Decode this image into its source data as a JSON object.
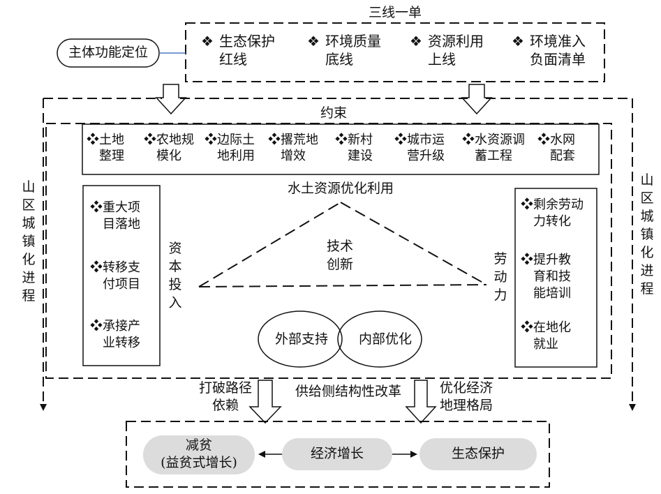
{
  "top": {
    "title": "三线一单",
    "zoning_label": "主体功能定位",
    "redlines": [
      {
        "line1": "生态保护",
        "line2": "红线"
      },
      {
        "line1": "环境质量",
        "line2": "底线"
      },
      {
        "line1": "资源利用",
        "line2": "上线"
      },
      {
        "line1": "环境准入",
        "line2": "负面清单"
      }
    ],
    "bullet": "❖"
  },
  "main": {
    "constraint_label": "约束",
    "side_label_left": "山区城镇化进程",
    "side_label_right": "山区城镇化进程",
    "measures": [
      {
        "line1": "土地",
        "line2": "整理"
      },
      {
        "line1": "农地规",
        "line2": "模化"
      },
      {
        "line1": "边际土",
        "line2": "地利用"
      },
      {
        "line1": "撂荒地",
        "line2": "增效"
      },
      {
        "line1": "新村",
        "line2": "建设"
      },
      {
        "line1": "城市运",
        "line2": "营升级"
      },
      {
        "line1": "水资源调",
        "line2": "蓄工程"
      },
      {
        "line1": "水网",
        "line2": "配套"
      }
    ],
    "water_soil_label": "水土资源优化利用",
    "capital_items": [
      {
        "line1": "重大项",
        "line2": "目落地"
      },
      {
        "line1": "转移支",
        "line2": "付项目"
      },
      {
        "line1": "承接产",
        "line2": "业转移"
      }
    ],
    "capital_label": "资本投入",
    "tech_label": "技术创新",
    "labor_label": "劳动力",
    "labor_items": [
      {
        "line1": "剩余劳动",
        "line2": "力转化"
      },
      {
        "line1": "提升教",
        "line2": "育和技",
        "line3": "能培训"
      },
      {
        "line1": "在地化",
        "line2": "就业"
      }
    ],
    "external_label": "外部支持",
    "internal_label": "内部优化"
  },
  "bottom": {
    "path_label_line1": "打破路径",
    "path_label_line2": "依赖",
    "reform_label": "供给侧结构性改革",
    "geo_label_line1": "优化经济",
    "geo_label_line2": "地理格局",
    "poverty_line1": "减贫",
    "poverty_line2": "(益贫式增长)",
    "growth_label": "经济增长",
    "eco_label": "生态保护"
  }
}
